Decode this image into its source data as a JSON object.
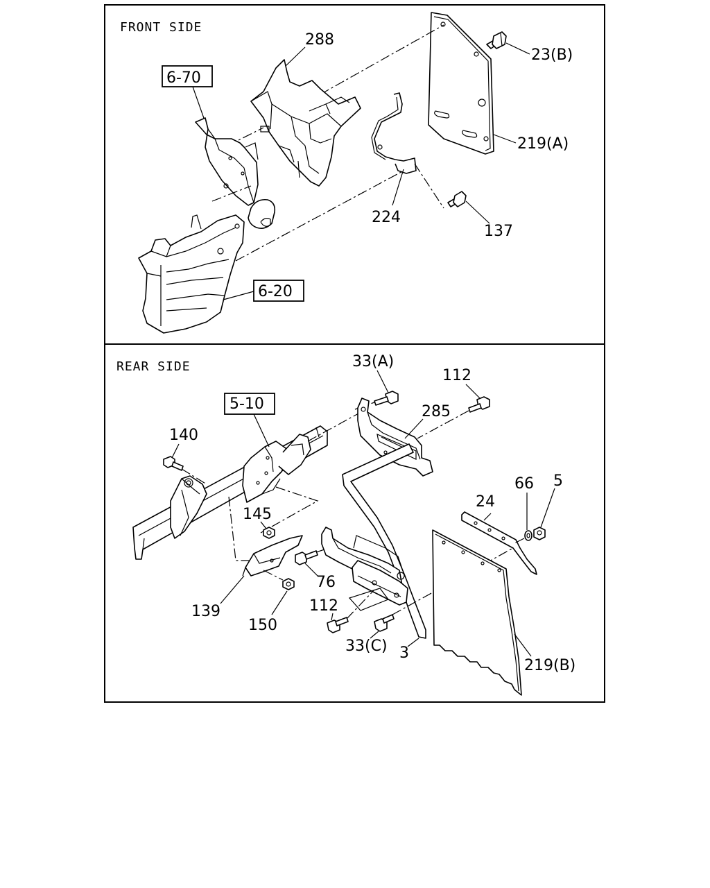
{
  "sections": {
    "front": {
      "title": "FRONT SIDE"
    },
    "rear": {
      "title": "REAR SIDE"
    }
  },
  "front_labels": {
    "p288": "288",
    "p23b": "23(B)",
    "p670": "6-70",
    "p219a": "219(A)",
    "p224": "224",
    "p137": "137",
    "p620": "6-20"
  },
  "rear_labels": {
    "p33a": "33(A)",
    "p112_top": "112",
    "p510": "5-10",
    "p285": "285",
    "p140": "140",
    "p66": "66",
    "p5": "5",
    "p24": "24",
    "p145": "145",
    "p76": "76",
    "p139": "139",
    "p112_bot": "112",
    "p150": "150",
    "p33c": "33(C)",
    "p3": "3",
    "p219b": "219(B)"
  }
}
